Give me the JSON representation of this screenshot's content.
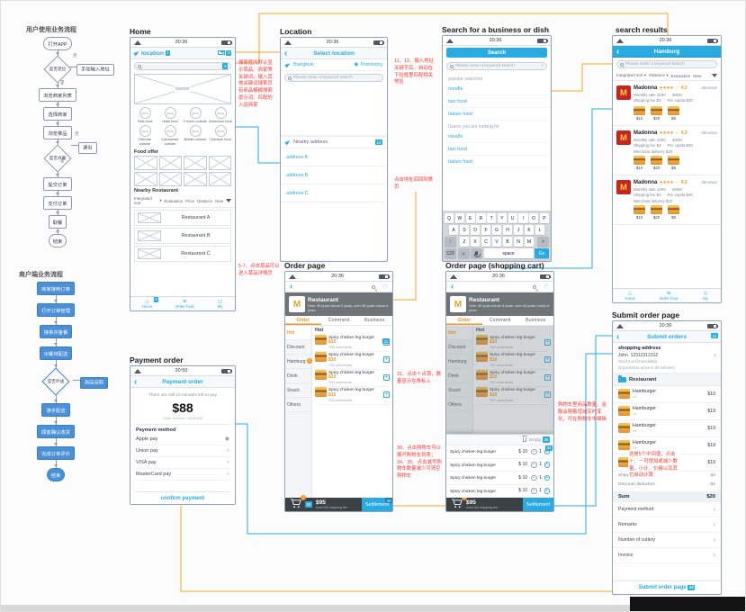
{
  "colors": {
    "accent_blue": "#29abe2",
    "price_orange": "#f7931e",
    "connector_orange": "#f5a623",
    "annotation_red": "#f43b3b",
    "brand_red": "#c8251f",
    "flow_blue": "#4a90d9"
  },
  "icons": {
    "icon_placeholder": "(icon)",
    "plus": "+",
    "minus": "−",
    "back": "‹",
    "chevron": "›",
    "heart": "♡",
    "clear": "×",
    "shift": "↑",
    "backspace": "×",
    "emoji": "☺",
    "radio_on": "◉",
    "radio_off": "○",
    "stars_full": "★★★★",
    "star_empty": "☆",
    "logo_letter": "M",
    "caret": "▾",
    "tab_home": "⌂",
    "tab_order": "≡",
    "tab_my": "☺"
  },
  "badges": {
    "home_header": "1",
    "home_search": "2",
    "home_msg": "3",
    "home_tab": "4",
    "loc_nearby": "12",
    "order_cart": "30",
    "order_plus": "31",
    "order_settle": "33",
    "cart_row": "34",
    "cart_empty": "35",
    "submit_header": "21",
    "submit_btn": "22"
  },
  "flow_user": {
    "title": "用户使用业务流程",
    "yes": "是",
    "no": "否",
    "n0": "打开APP",
    "d1": "是否定位",
    "d1_side": "手动输入地址",
    "n1": "浏览商家列表",
    "n2": "选择商家",
    "n3": "浏览菜品",
    "d2": "是否点餐",
    "d2_side": "退出",
    "n4": "提交订单",
    "n5": "支付订单",
    "n6": "取餐",
    "n7": "结束"
  },
  "flow_merchant": {
    "title": "商户端业务流程",
    "n0": "商家接到订单",
    "n1": "打开订单管理",
    "n2": "接单并备餐",
    "n3": "出餐待配送",
    "d1": "是否外送",
    "d1_side": "到店自取",
    "n4": "骑手配送",
    "n5": "顾客确认收货",
    "n6": "完成订单评价",
    "n7": "结束"
  },
  "home": {
    "label": "Home",
    "time": "20:36",
    "header_title": "location",
    "banner": "banner",
    "categories": [
      "Fast food",
      "halal food",
      "French cuisine",
      "American food",
      "German cuisine",
      "Cantonese cuisine",
      "British cuisine",
      "Chinese food"
    ],
    "food_offer_title": "Food offer",
    "nearby_title": "Nearby Restaurant",
    "filter_sort": "Integrated sort",
    "filters": [
      "Evaluation",
      "Price",
      "Distance",
      "New"
    ],
    "restaurants": [
      "Restaurant A",
      "Restaurant B",
      "Restaurant C"
    ],
    "tabs": [
      "Home",
      "Order food",
      "My"
    ]
  },
  "location": {
    "label": "Location",
    "time": "20:36",
    "header": "Select location",
    "city": "Bangkok",
    "positioning": "Positioning",
    "search_placeholder": "Please enter a keyword search",
    "nearby": "Nearby address",
    "addresses": [
      "address A",
      "address B",
      "address C"
    ]
  },
  "search": {
    "label": "Search for a business or dish",
    "time": "20:36",
    "button": "Search",
    "search_placeholder": "Please enter a keyword search",
    "popular_title": "popular searches",
    "popular": [
      "noodle",
      "taxi food",
      "Italian food"
    ],
    "guess_title": "Guess you are looking for",
    "guess": [
      "noodle",
      "taxi food",
      "Italian food"
    ],
    "kb_row1": [
      "Q",
      "W",
      "E",
      "R",
      "T",
      "Y",
      "U",
      "I",
      "O",
      "P"
    ],
    "kb_row2": [
      "A",
      "S",
      "D",
      "F",
      "G",
      "H",
      "J",
      "K",
      "L"
    ],
    "kb_row3": [
      "Z",
      "X",
      "C",
      "V",
      "B",
      "N",
      "M"
    ],
    "kb_num": "123",
    "kb_space": "space",
    "kb_go": "Go"
  },
  "results": {
    "label": "search results",
    "time": "20:36",
    "header": "Hamburg",
    "search_placeholder": "Please enter a keyword search",
    "filter_a": "Integrated sort ▾",
    "filter_b": "Distance ▾",
    "filter_c": "Evaluation",
    "filter_d": "New",
    "cards": [
      {
        "name": "Madonna",
        "rating": "4.3",
        "eta": "35minute",
        "line2a": "Monthly sale 1000",
        "line2b": "400M",
        "line3a": "Shipping fee $3",
        "line3b": "Per capita $20",
        "extra": "",
        "p1": "$10",
        "p2": "$20",
        "p3": "$8"
      },
      {
        "name": "Madonna",
        "rating": "4.3",
        "eta": "38minute",
        "line2a": "Monthly sale 1000",
        "line2b": "400M",
        "line3a": "Shipping fee $3",
        "line3b": "Per capita $20",
        "extra": "Merchant delivery $20",
        "p1": "$10",
        "p2": "$20",
        "p3": "$8"
      },
      {
        "name": "Madonna",
        "rating": "4.3",
        "eta": "35minute",
        "line2a": "Monthly sale 1000",
        "line2b": "400M",
        "line3a": "Shipping fee $3",
        "line3b": "Per capita $20",
        "extra": "Merchant delivery $20",
        "p1": "$10",
        "p2": "$20",
        "p3": "$8"
      }
    ],
    "tabs": [
      "Home",
      "Order food",
      "My"
    ]
  },
  "order": {
    "label": "Order page",
    "time": "20:36",
    "restaurant": "Restaurant",
    "promo": "Over 30 yuan minus 3 yuan, over 45 yuan minus 6 yuan",
    "tabs": [
      "Order",
      "Comment",
      "Business"
    ],
    "cats": [
      "Hot",
      "Discount",
      "Hamburg",
      "Drink",
      "Snack",
      "Others"
    ],
    "hamburg_badge": "1",
    "section": "Hot",
    "items": [
      {
        "name": "Spicy chicken leg burger",
        "price": "$10",
        "comments": "700 comments"
      },
      {
        "name": "Spicy chicken leg burger",
        "price": "$10",
        "comments": "700 comments"
      },
      {
        "name": "Spicy chicken leg burger",
        "price": "$10",
        "comments": "700 comments"
      },
      {
        "name": "Spicy chicken leg burger",
        "price": "$10",
        "comments": "700 comments"
      }
    ],
    "cart_badge": "1",
    "total": "$95",
    "note": "need $3  shipping fee",
    "settlement": "Settlement"
  },
  "cart_page": {
    "label": "Order page (shopping cart)",
    "time": "20:36",
    "empty": "Empty",
    "rows": [
      {
        "name": "Spicy chicken leg burger",
        "currency": "$",
        "price": "10",
        "qty": "1"
      },
      {
        "name": "Spicy chicken leg burger",
        "currency": "$",
        "price": "10",
        "qty": "1"
      },
      {
        "name": "Spicy chicken leg burger",
        "currency": "$",
        "price": "10",
        "qty": "1"
      },
      {
        "name": "Spicy chicken leg burger",
        "currency": "$",
        "price": "10",
        "qty": "1"
      }
    ],
    "cart_badge": "4",
    "total": "$95",
    "note": "need $3  shipping fee",
    "settlement": "Settlement"
  },
  "payment": {
    "label": "Payment order",
    "time": "20:50",
    "header": "Payment order",
    "note": "There are still 10 minutes left to pay",
    "amount": "$88",
    "order_no": "Order number: 00000000",
    "method_title": "Payment method",
    "methods": [
      {
        "name": "Apple pay",
        "radio": "◉"
      },
      {
        "name": "Union pay",
        "radio": "○"
      },
      {
        "name": "VISA pay",
        "radio": "○"
      },
      {
        "name": "MasterCard pay",
        "radio": "○"
      }
    ],
    "confirm": "confirm payment"
  },
  "submit": {
    "label": "Submit order page",
    "time": "20:36",
    "header": "Submit orders",
    "addr_title": "shopping address",
    "addr_name": "John",
    "addr_phone": "12312312312",
    "send1": "Send it out immediately",
    "send2": "(Expected to arrive in 30 minutes)",
    "restaurant": "Restaurant",
    "items": [
      {
        "name": "Hamburger",
        "qty": "×1",
        "price": "$10"
      },
      {
        "name": "Hamburger",
        "qty": "×1",
        "price": "$19"
      },
      {
        "name": "Hamburger",
        "qty": "×1",
        "price": "$19"
      },
      {
        "name": "Hamburger",
        "qty": "×1",
        "price": "$19"
      },
      {
        "name": "Hamburger",
        "qty": "×1",
        "price": "$19"
      }
    ],
    "shipping_label": "Shipping fee",
    "shipping_value": "$3",
    "discount_label": "Discount deduction",
    "discount_value": "-$2",
    "sum_label": "Sum",
    "sum_value": "$20",
    "options": [
      "Payment method",
      "Remarks",
      "Number of cutlery",
      "Invoice"
    ],
    "button": "Submit order page"
  },
  "annotations": {
    "home_search": "搜索框内默认显示菜品、商家等关键词，输入其他关键词搜索页有商品模糊搜索提示词、匹配的入驻商家",
    "loc_input": "11、12、输入地址关键字后，自动在下拉框里匹配相关地址",
    "loc_tap": "点击地址后回到首页",
    "order_detail": "5-7、点击菜品可以进入菜品详情页",
    "order_plus": "31、点击＋点菜，数量显示在角标上",
    "order_cart": "30、点击购物车可以展开购物车列表；34、35、点击减号购物车数量减少可清空购物车",
    "cart_edit": "购物车里商品数量、金额会随着增减实时变化，可在购物车中编辑",
    "submit_mid": "这是5个中间值，点击＋、－可增加或减少数量，小计、价格以及其它自动计算"
  }
}
